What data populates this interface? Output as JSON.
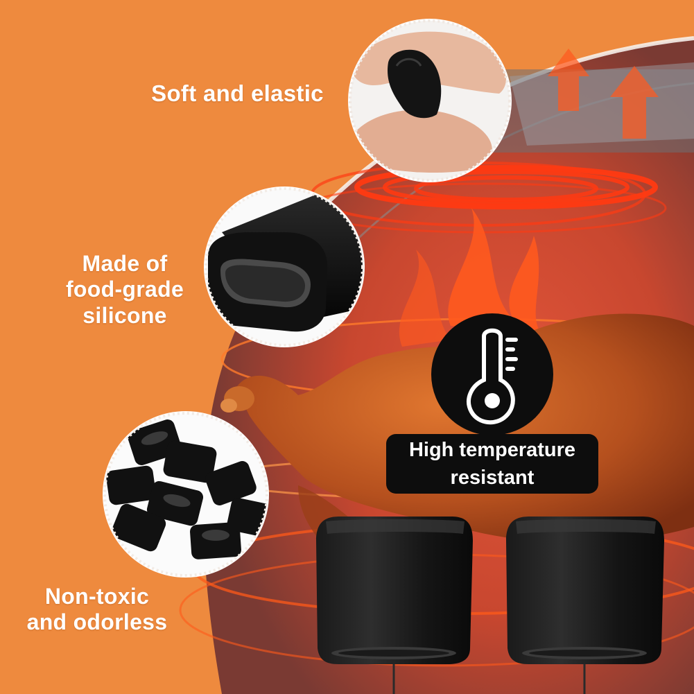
{
  "features": {
    "soft": "Soft and elastic",
    "silicone": [
      "Made of",
      "food-grade",
      "silicone"
    ],
    "nontoxic": [
      "Non-toxic",
      "and odorless"
    ]
  },
  "badge": [
    "High temperature",
    "resistant"
  ],
  "icons": {
    "thermometer": "thermometer-icon"
  },
  "colors": {
    "background": "#ee8a3e",
    "heat": "#ff3a12",
    "product": "#111111",
    "badge": "#0d0d0d",
    "text": "#ffffff"
  }
}
